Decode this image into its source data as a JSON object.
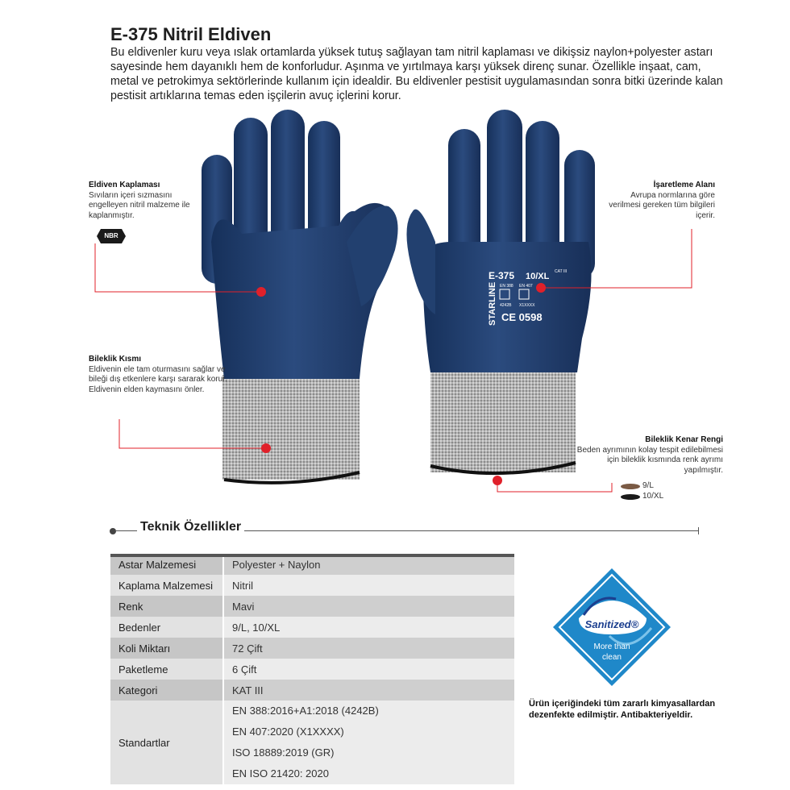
{
  "header": {
    "title": "E-375 Nitril Eldiven",
    "description": "Bu eldivenler kuru veya ıslak ortamlarda yüksek tutuş sağlayan tam nitril kaplaması ve dikişsiz naylon+polyester astarı sayesinde hem dayanıklı hem de konforludur. Aşınma ve yırtılmaya karşı yüksek direnç sunar. Özellikle inşaat, cam, metal ve petrokimya sektörlerinde kullanım için idealdir. Bu eldivenler pestisit uygulamasından sonra bitki üzerinde kalan pestisit artıklarına temas eden işçilerin avuç içlerini korur."
  },
  "callouts": {
    "coating": {
      "title": "Eldiven Kaplaması",
      "text": "Sıvıların içeri sızmasını engelleyen nitril malzeme ile kaplanmıştır.",
      "badge": "NBR"
    },
    "cuff": {
      "title": "Bileklik Kısmı",
      "text": "Eldivenin ele tam oturmasını sağlar ve bileği dış etkenlere karşı sararak korur. Eldivenin elden kaymasını önler."
    },
    "marking": {
      "title": "İşaretleme Alanı",
      "text": "Avrupa normlarına göre verilmesi gereken tüm bilgileri içerir."
    },
    "edge_color": {
      "title": "Bileklik Kenar Rengi",
      "text": "Beden ayrımının kolay tespit edilebilmesi için bileklik kısmında renk ayrımı yapılmıştır."
    }
  },
  "size_legend": [
    {
      "label": "9/L",
      "color": "#7a5a44"
    },
    {
      "label": "10/XL",
      "color": "#1a1a1a"
    }
  ],
  "glove_print": {
    "model": "E-375",
    "size": "10/XL",
    "brand": "STARLINE",
    "ce": "CE 0598",
    "cat": "CAT III",
    "std1": "EN 388",
    "std2": "EN 407",
    "code1": "4242B",
    "code2": "X1XXXX"
  },
  "section": {
    "title": "Teknik Özellikler"
  },
  "specs": [
    {
      "key": "Astar Malzemesi",
      "value": "Polyester + Naylon"
    },
    {
      "key": "Kaplama Malzemesi",
      "value": "Nitril"
    },
    {
      "key": "Renk",
      "value": "Mavi"
    },
    {
      "key": "Bedenler",
      "value": "9/L, 10/XL"
    },
    {
      "key": "Koli Miktarı",
      "value": "72 Çift"
    },
    {
      "key": "Paketleme",
      "value": "6 Çift"
    },
    {
      "key": "Kategori",
      "value": "KAT III"
    }
  ],
  "standards": {
    "key": "Standartlar",
    "values": [
      "EN 388:2016+A1:2018 (4242B)",
      "EN 407:2020 (X1XXXX)",
      "ISO 18889:2019 (GR)",
      "EN ISO 21420: 2020"
    ]
  },
  "badge": {
    "logo": "Sanitized®",
    "line1": "More than",
    "line2": "clean",
    "caption": "Ürün içeriğindeki tüm zararlı kimyasallardan dezenfekte edilmiştir. Antibakteriyeldir.",
    "colors": {
      "outer": "#1f88c9",
      "inner": "#ffffff",
      "accent": "#1c3f8f"
    }
  },
  "colors": {
    "glove_blue": "#1e3a66",
    "cuff_grey": "#a9a9a9",
    "callout_red": "#e0202a"
  }
}
